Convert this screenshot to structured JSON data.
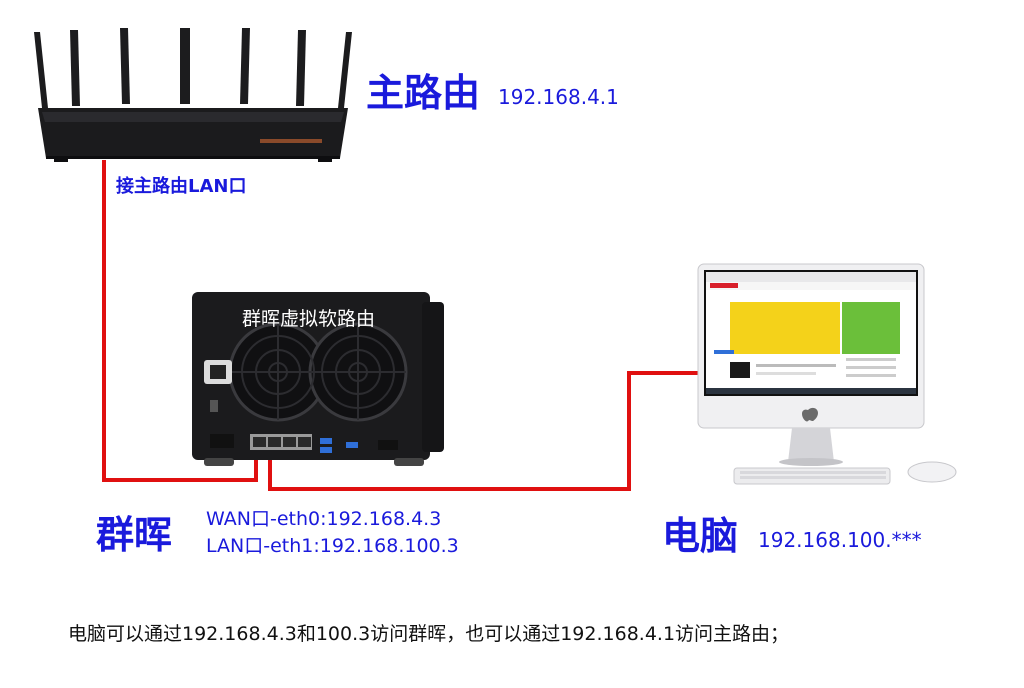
{
  "router": {
    "title": "主路由",
    "ip": "192.168.4.1",
    "port_label": "接主路由LAN口"
  },
  "nas": {
    "device_label": "群晖虚拟软路由",
    "title": "群晖",
    "wan": "WAN口-eth0:192.168.4.3",
    "lan": "LAN口-eth1:192.168.100.3"
  },
  "pc": {
    "title": "电脑",
    "ip": "192.168.100.***"
  },
  "note": "电脑可以通过192.168.4.3和100.3访问群晖，也可以通过192.168.4.1访问主路由；",
  "colors": {
    "label_blue": "#1a1adc",
    "cable_red": "#e01010",
    "device_dark": "#1b1b1d"
  },
  "icons": [
    "router-icon",
    "nas-icon",
    "desktop-computer-icon",
    "keyboard-icon",
    "mouse-icon"
  ]
}
